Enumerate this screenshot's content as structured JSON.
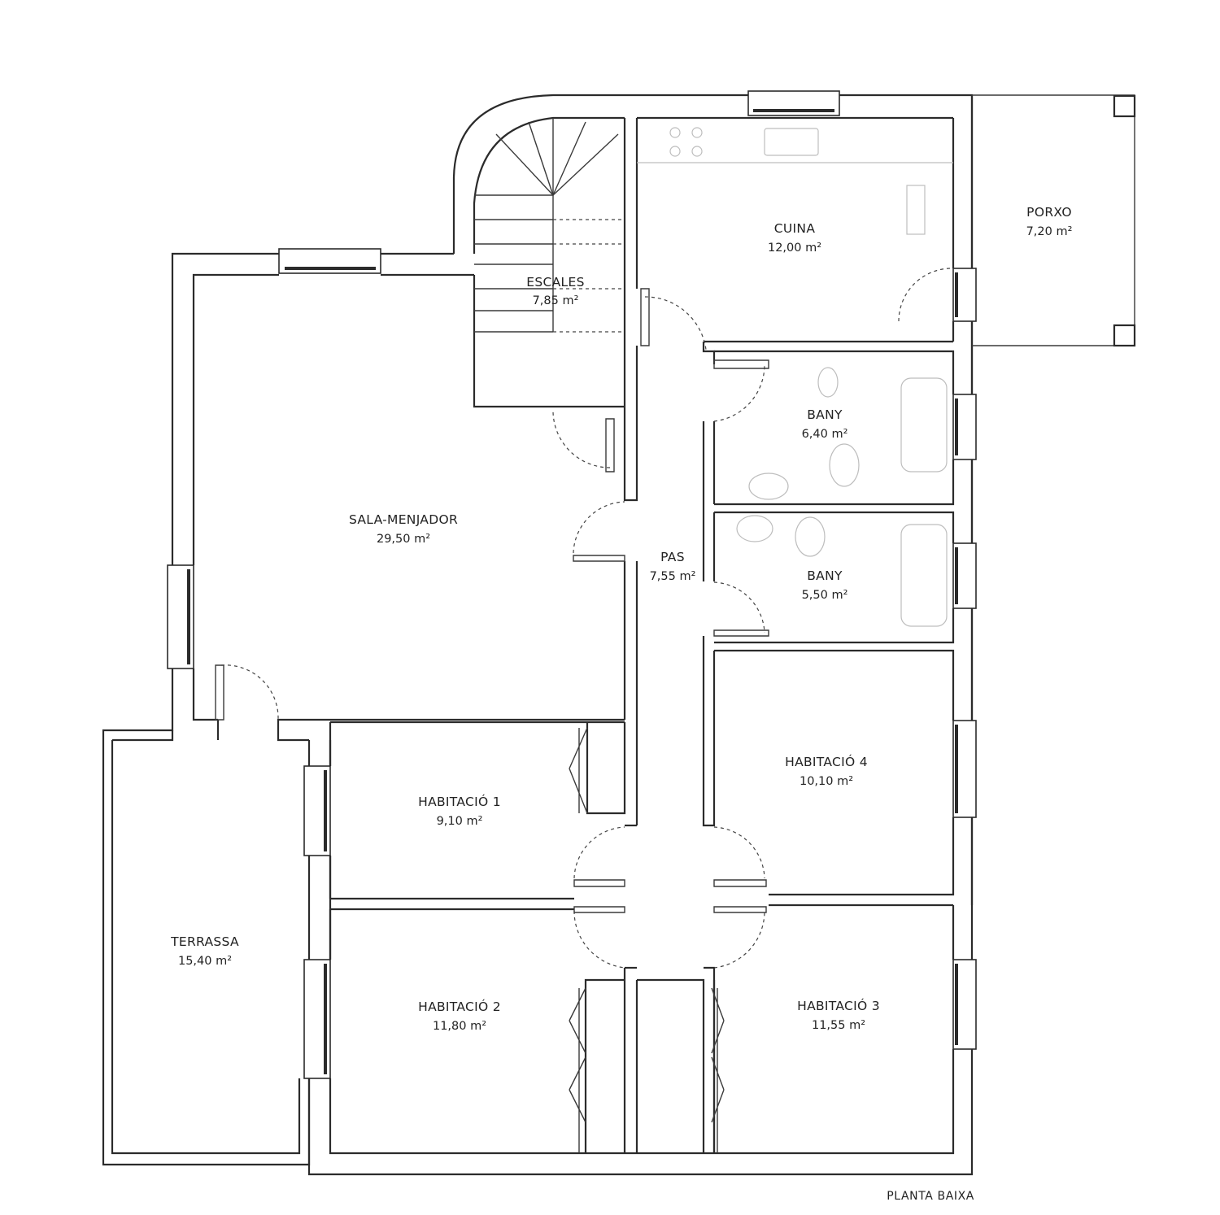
{
  "plan_label": "PLANTA BAIXA",
  "rooms": [
    {
      "id": "porxo",
      "name": "PORXO",
      "area": "7,20 m²"
    },
    {
      "id": "cuina",
      "name": "CUINA",
      "area": "12,00 m²"
    },
    {
      "id": "escales",
      "name": "ESCALES",
      "area": "7,85 m²"
    },
    {
      "id": "sala-menjador",
      "name": "SALA-MENJADOR",
      "area": "29,50 m²"
    },
    {
      "id": "bany-1",
      "name": "BANY",
      "area": "6,40 m²"
    },
    {
      "id": "bany-2",
      "name": "BANY",
      "area": "5,50 m²"
    },
    {
      "id": "pas",
      "name": "PAS",
      "area": "7,55 m²"
    },
    {
      "id": "habitacio-4",
      "name": "HABITACIÓ 4",
      "area": "10,10 m²"
    },
    {
      "id": "habitacio-1",
      "name": "HABITACIÓ 1",
      "area": "9,10 m²"
    },
    {
      "id": "terrassa",
      "name": "TERRASSA",
      "area": "15,40 m²"
    },
    {
      "id": "habitacio-2",
      "name": "HABITACIÓ 2",
      "area": "11,80 m²"
    },
    {
      "id": "habitacio-3",
      "name": "HABITACIÓ 3",
      "area": "11,55 m²"
    }
  ]
}
